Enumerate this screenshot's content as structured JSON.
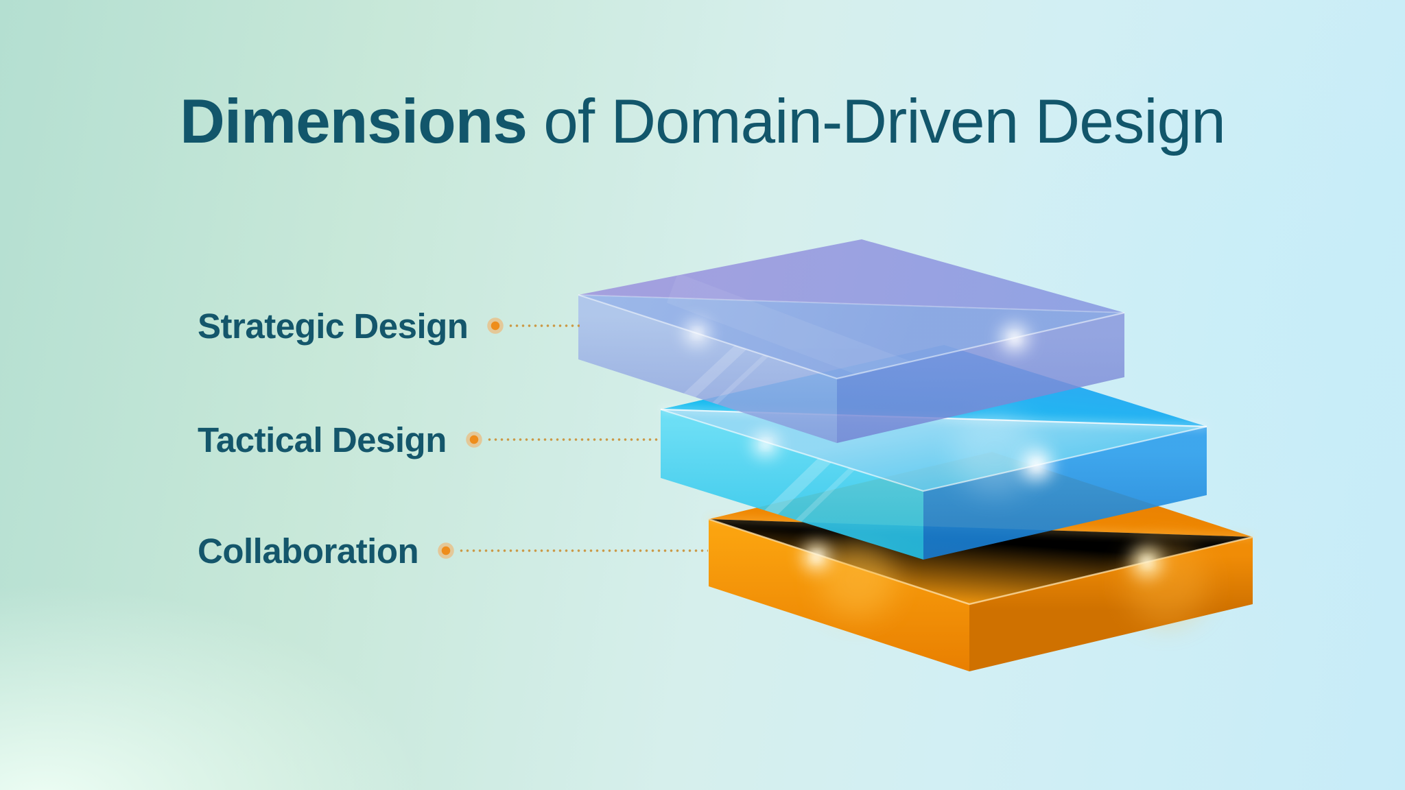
{
  "title": {
    "highlight": "Dimensions",
    "rest": " of Domain-Driven Design",
    "color": "#12566b"
  },
  "layers": [
    {
      "label": "Strategic Design",
      "color": "#8f9fe0"
    },
    {
      "label": "Tactical Design",
      "color": "#14bdee"
    },
    {
      "label": "Collaboration",
      "color": "#f78e04"
    }
  ],
  "connector": {
    "dot_color": "#ee8d1c",
    "halo_color": "#f3b068",
    "dotted_line_color": "#cb9845"
  },
  "background": {
    "top_left": "#b4dfd1",
    "bottom_left": "#e9fcf1",
    "right": "#c6edf8"
  }
}
